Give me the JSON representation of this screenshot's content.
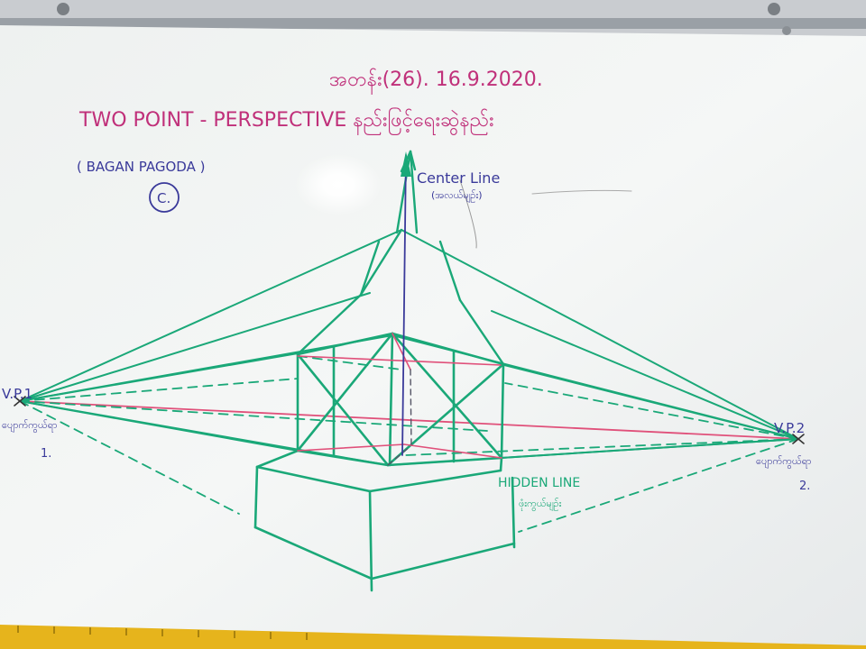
{
  "header": {
    "class_line": "အတန်း(26). 16.9.2020.",
    "title": "TWO POINT - PERSPECTIVE နည်းဖြင့်ရေးဆွဲနည်း",
    "subtitle": "( BAGAN PAGODA )",
    "item_label": "C."
  },
  "labels": {
    "center_line": "Center Line",
    "center_line_note": "(အလယ်မျဉ်း)",
    "vp1": "V.P.1",
    "vp1_note": "ပျောက်ကွယ်ရာ",
    "vp1_num": "1.",
    "vp2": "V.P.2",
    "vp2_note": "ပျောက်ကွယ်ရာ",
    "vp2_num": "2.",
    "hidden_line": "HIDDEN LINE",
    "hidden_line_note": "ဖုံးကွယ်မျဉ်း"
  },
  "colors": {
    "ink_green": "#1aa878",
    "ink_red": "#e0507a",
    "ink_magenta": "#c0307a",
    "ink_blue": "#3a3a9a",
    "board": "#f3f5f4",
    "ruler": "#e8b820"
  }
}
